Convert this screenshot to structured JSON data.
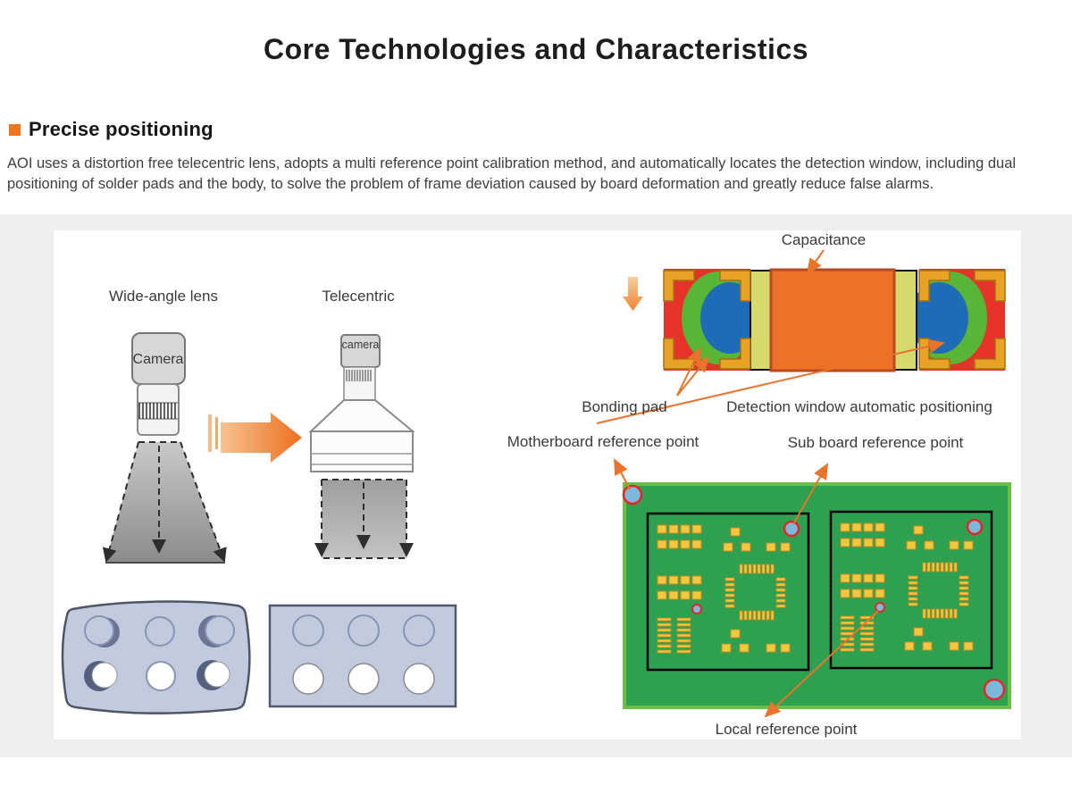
{
  "page": {
    "title": "Core Technologies and Characteristics",
    "section_heading": "Precise positioning",
    "section_body": "AOI uses a distortion free telecentric lens, adopts a multi reference point calibration method, and automatically locates the detection window, including dual positioning of solder pads and the body, to solve the problem of frame deviation caused by board deformation and greatly reduce false alarms."
  },
  "lens_diagram": {
    "wide_angle_label": "Wide-angle lens",
    "telecentric_label": "Telecentric",
    "camera_label": "Camera",
    "camera_label_small": "camera"
  },
  "capacitor_diagram": {
    "capacitance_label": "Capacitance",
    "bonding_pad_label": "Bonding pad",
    "detection_window_label": "Detection window automatic positioning"
  },
  "pcb_diagram": {
    "motherboard_label": "Motherboard reference point",
    "sub_board_label": "Sub board reference point",
    "local_label": "Local reference point"
  },
  "icons": {
    "right_arrow": "right-arrow-icon",
    "down_arrow": "down-arrow-icon",
    "annotation_arrow": "annotation-arrow-icon"
  },
  "colors": {
    "accent_orange": "#ee7420",
    "background_band": "#eeeeef",
    "pcb_green": "#2da150",
    "pcb_edge_green": "#6abf45",
    "pad_yellow": "#f2c83e",
    "pad_edge": "#cf861d",
    "reference_blue": "#7cb8da",
    "reference_ring_red": "#e8262a",
    "cap_red": "#e5332a",
    "cap_bracket_orange": "#e8a327",
    "cap_green": "#58b536",
    "cap_blue": "#1e6cb5",
    "cap_yellow_green": "#d6d96b",
    "cap_body_orange": "#ee7128",
    "plate_blue_gray": "#c2cade",
    "text_dark": "#1d1d1d",
    "text_body": "#3e3e3e"
  }
}
